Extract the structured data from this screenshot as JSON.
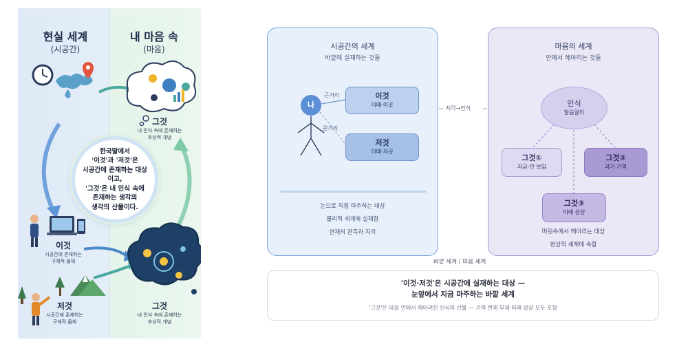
{
  "poster": {
    "left_title": "현실 세계",
    "left_sub": "(시공간)",
    "right_title": "내 마음 속",
    "right_sub": "(마음)",
    "center_text": "한국말에서\n'이것'과 '저것'은\n시공간에 존재하는 대상이고,\n'그것'은 내 인식 속에\n존재하는 생각의\n생각의 산물이다.",
    "it_top_title": "그것",
    "it_top_sub": "내 인식 속에 존재하는\n추상적 개념",
    "this_title": "이것",
    "this_sub": "시공간에 존재하는\n구체적 물체",
    "that_title": "저것",
    "that_sub": "시공간에 존재하는\n구체적 물체",
    "it_bottom_title": "그것",
    "it_bottom_sub": "내 인식 속에 존재하는\n추상적 개념"
  },
  "diagram": {
    "left_panel": {
      "title": "시공간의 세계",
      "subtitle": "바깥에 실재하는 것들",
      "me": "나",
      "near_label": "근거리",
      "far_label": "원거리",
      "this_box": {
        "title": "이것",
        "sub": "이때-이곳"
      },
      "that_box": {
        "title": "저것",
        "sub": "이때-저곳"
      },
      "notes": [
        "눈으로 직접 마주하는 대상",
        "물리적 세계에 실재함",
        "현재의 관측과 지각"
      ]
    },
    "arrow_label": "지각→인식",
    "right_panel": {
      "title": "마음의 세계",
      "subtitle": "안에서 헤아리는 것들",
      "mind": {
        "title": "인식",
        "sub": "알음알이"
      },
      "it1": {
        "title": "그것①",
        "sub": "지금-안 보임"
      },
      "it2": {
        "title": "그것②",
        "sub": "과거 기억"
      },
      "it3": {
        "title": "그것③",
        "sub": "미래 상상"
      },
      "notes": [
        "머릿속에서 헤아리는 대상",
        "현상적 세계에 속함"
      ]
    },
    "bottom_caption": "바깥 세계 / 마음 세계",
    "summary": {
      "line1": "'이것·저것'은 시공간에 실재하는 대상 —",
      "line2": "눈앞에서 지금 마주하는 바깥 세계",
      "line3": "'그것'은 마음 안에서 헤아려진 인식의 산물 — 기억·현재 부재·미래 상상 모두 포함"
    }
  },
  "colors": {
    "left_panel_bg": "#e8f0fb",
    "left_panel_border": "#7fa6dc",
    "right_panel_bg": "#eae7f6",
    "right_panel_border": "#a99ad4",
    "me_circle": "#5b8fd6"
  }
}
